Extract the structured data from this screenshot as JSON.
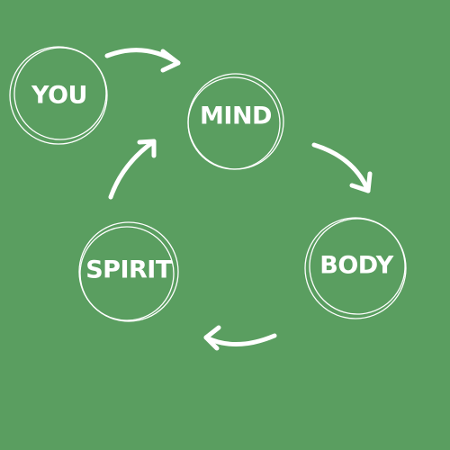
{
  "background_color": "#5a9e60",
  "foreground_color": "#ffffff",
  "nodes": [
    {
      "id": "you",
      "label": "YOU"
    },
    {
      "id": "mind",
      "label": "MIND"
    },
    {
      "id": "body",
      "label": "BODY"
    },
    {
      "id": "spirit",
      "label": "SPIRIT"
    }
  ],
  "edges": [
    {
      "from": "you",
      "to": "mind"
    },
    {
      "from": "mind",
      "to": "body"
    },
    {
      "from": "body",
      "to": "spirit"
    },
    {
      "from": "spirit",
      "to": "mind"
    }
  ]
}
